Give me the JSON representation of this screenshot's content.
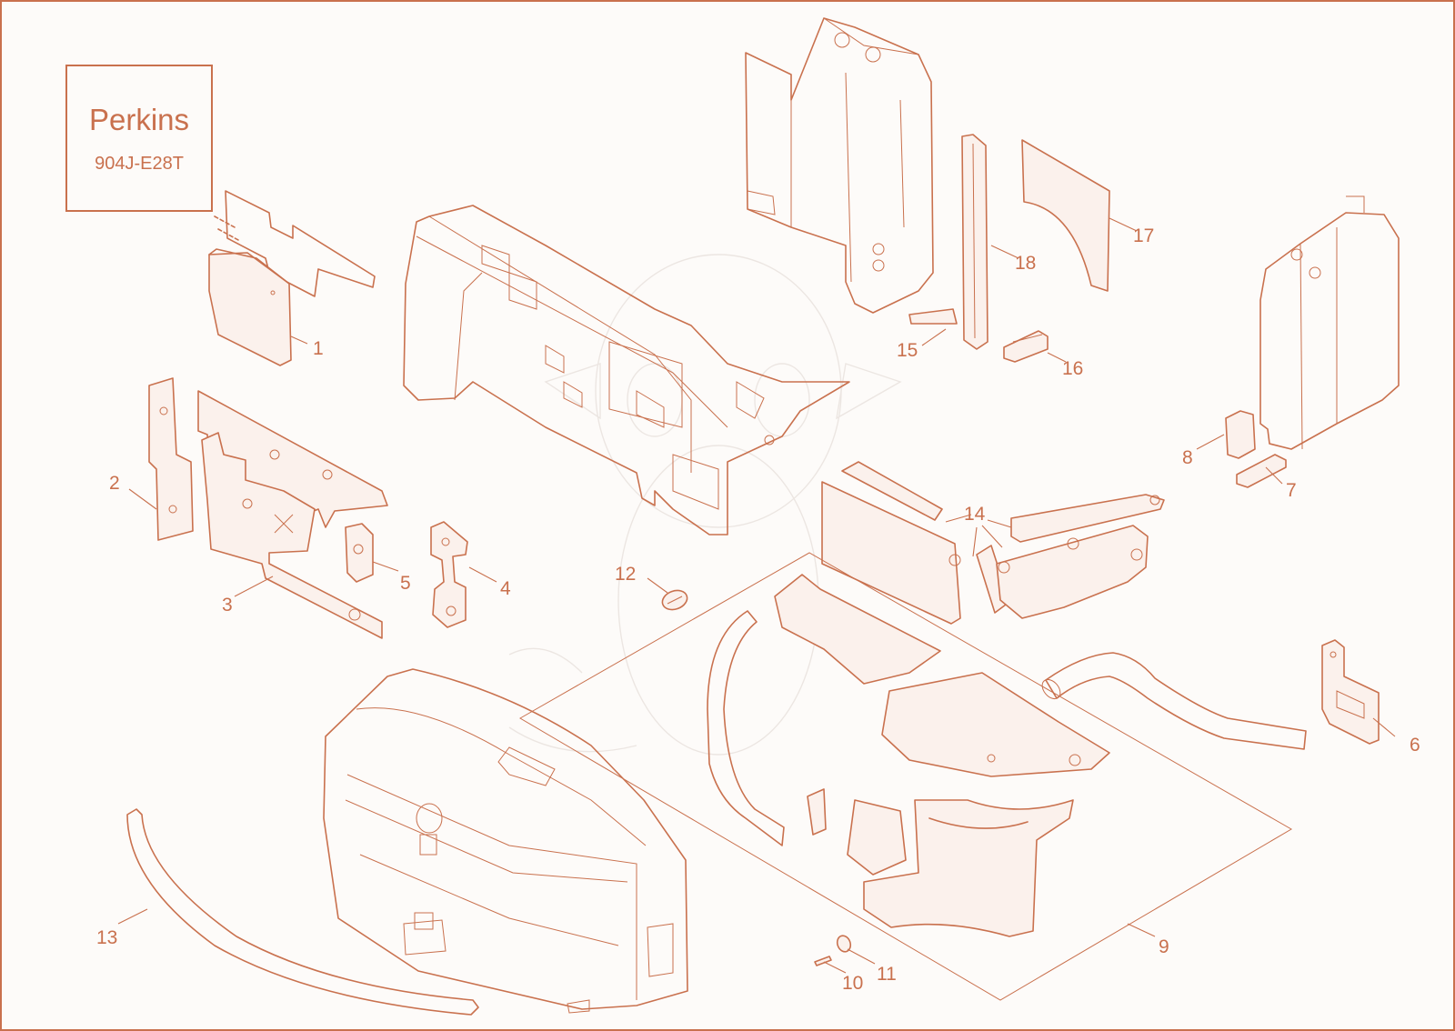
{
  "brand": {
    "name": "Perkins",
    "model": "904J-E28T"
  },
  "colors": {
    "line": "#c9714e",
    "background": "#fdfbf9",
    "watermark": "#ece6e2"
  },
  "callouts": [
    "1",
    "2",
    "3",
    "4",
    "5",
    "6",
    "7",
    "8",
    "9",
    "10",
    "11",
    "12",
    "13",
    "14",
    "15",
    "16",
    "17",
    "18"
  ],
  "parts": [
    {
      "number": "1",
      "kind": "insulation-pad"
    },
    {
      "number": "2",
      "kind": "insulation-strip"
    },
    {
      "number": "3",
      "kind": "insulation-panel"
    },
    {
      "number": "4",
      "kind": "bracket-pad"
    },
    {
      "number": "5",
      "kind": "foam-block"
    },
    {
      "number": "6",
      "kind": "bracket-plate"
    },
    {
      "number": "7",
      "kind": "foam-strip"
    },
    {
      "number": "8",
      "kind": "foam-block"
    },
    {
      "number": "9",
      "kind": "insulation-kit"
    },
    {
      "number": "10",
      "kind": "pin"
    },
    {
      "number": "11",
      "kind": "washer"
    },
    {
      "number": "12",
      "kind": "plug"
    },
    {
      "number": "13",
      "kind": "edge-trim"
    },
    {
      "number": "14",
      "kind": "side-panels"
    },
    {
      "number": "15",
      "kind": "wedge"
    },
    {
      "number": "16",
      "kind": "foam-block"
    },
    {
      "number": "17",
      "kind": "insulation-sheet"
    },
    {
      "number": "18",
      "kind": "strip-seal"
    }
  ]
}
